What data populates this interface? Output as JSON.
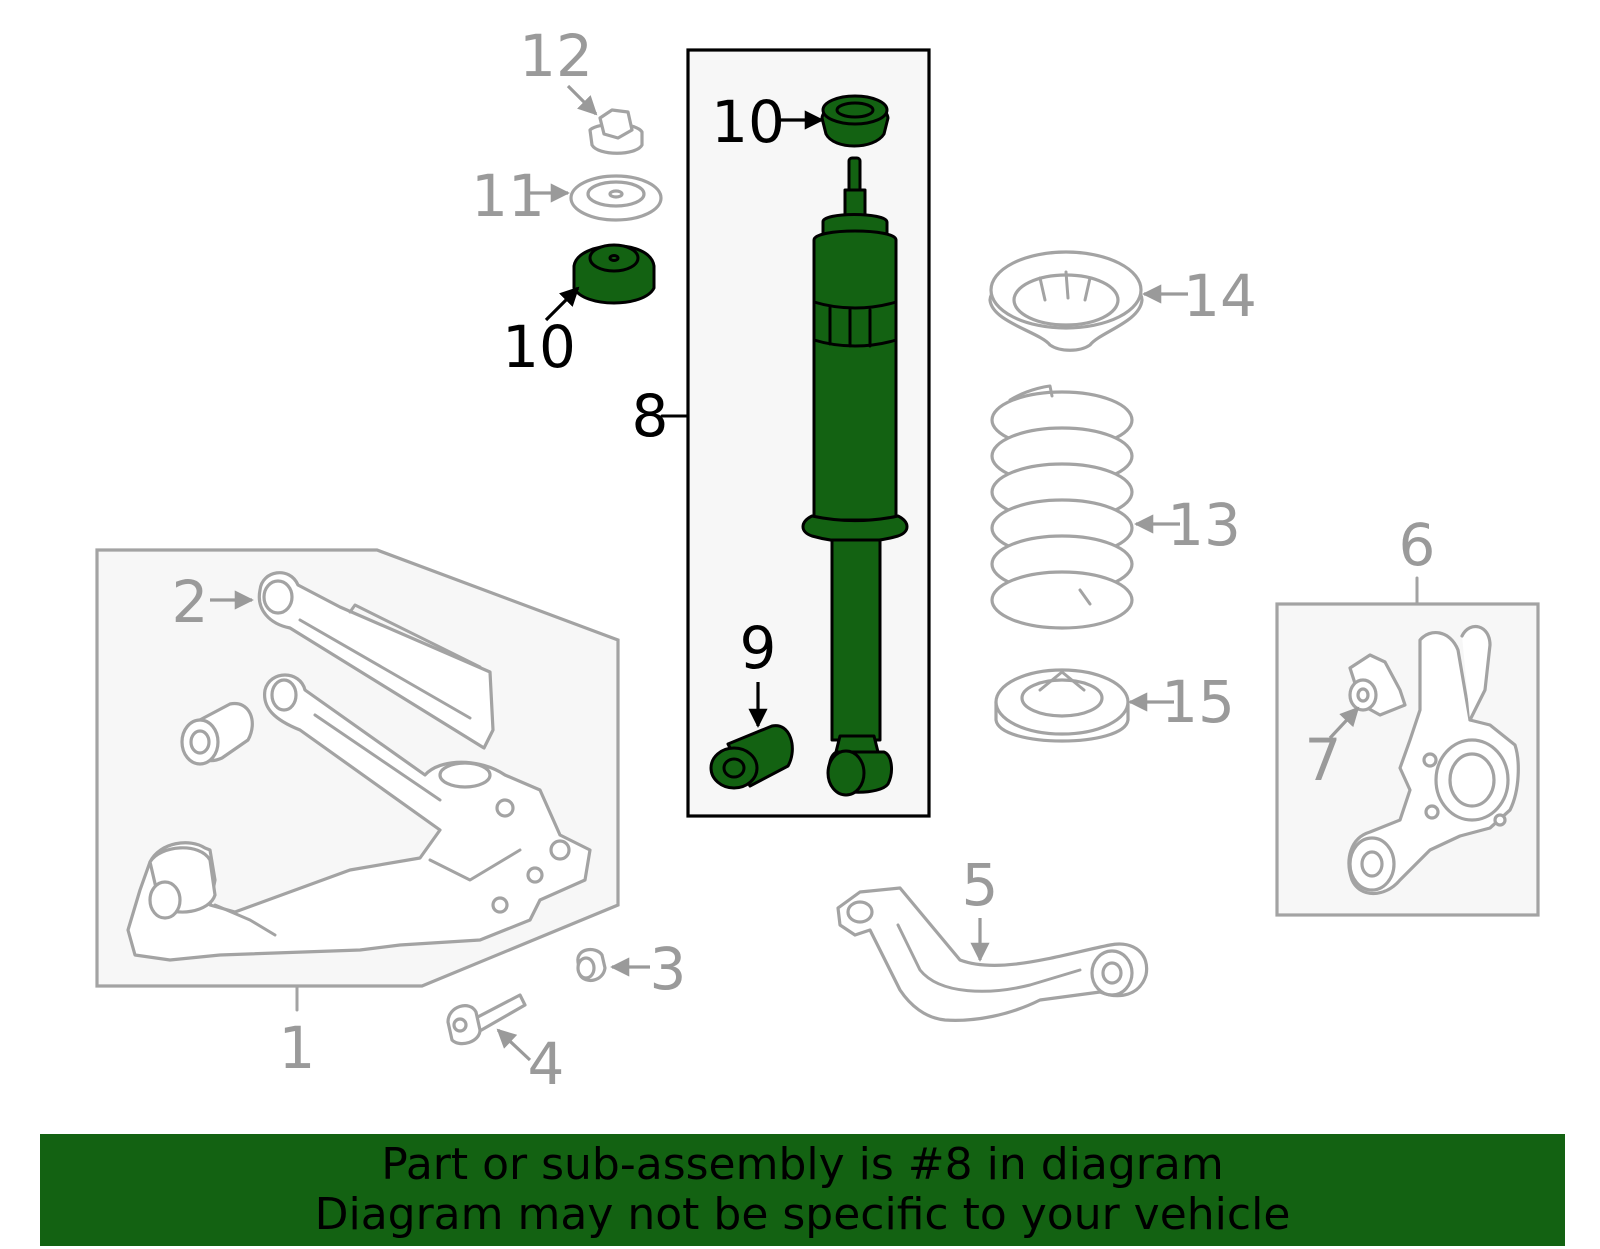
{
  "callouts": {
    "c1": "1",
    "c2": "2",
    "c3": "3",
    "c4": "4",
    "c5": "5",
    "c6": "6",
    "c7": "7",
    "c8": "8",
    "c9": "9",
    "c10a": "10",
    "c10b": "10",
    "c11": "11",
    "c12": "12",
    "c13": "13",
    "c14": "14",
    "c15": "15"
  },
  "highlight_color": "#136212",
  "muted_color": "#9a9a9a",
  "banner": {
    "line1": "Part or sub-assembly is #8 in diagram",
    "line2": "Diagram may not be specific to your vehicle"
  }
}
